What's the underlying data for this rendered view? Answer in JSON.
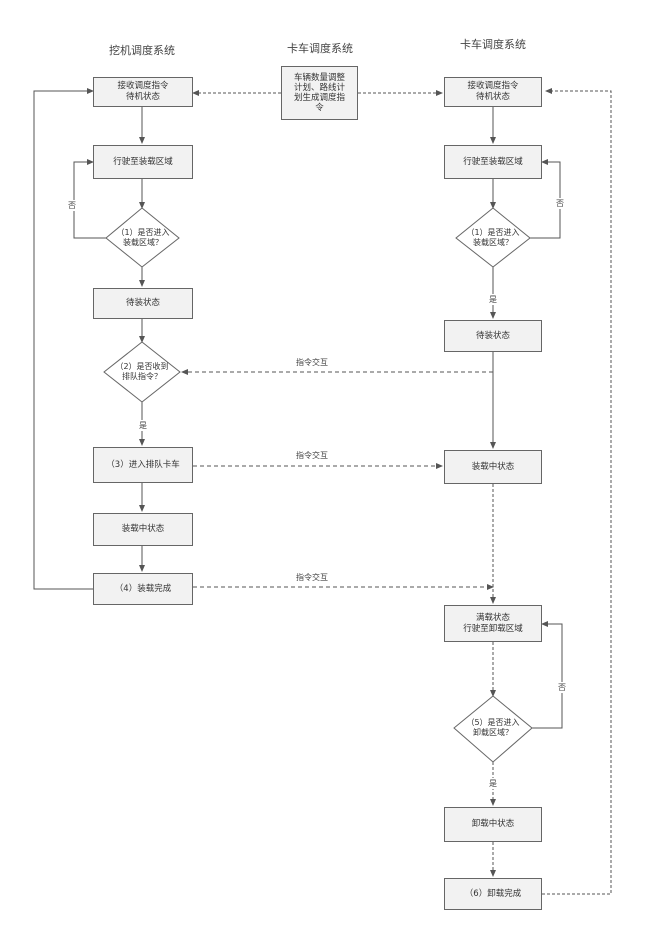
{
  "titles": {
    "excavator": "挖机调度系统",
    "central": "卡车调度系统",
    "truck": "卡车调度系统"
  },
  "excavator": {
    "n1": "接收调度指令\n待机状态",
    "n2": "行驶至装载区域",
    "d1": "（1）是否进入\n装载区域？",
    "n3": "待装状态",
    "d2": "（2）是否收到\n排队指令？",
    "n4": "（3）进入排队卡车",
    "n5": "装载中状态",
    "n6": "（4）装载完成"
  },
  "central": {
    "n0": "车辆数量调整\n计划、路线计\n划生成调度指\n令"
  },
  "truck": {
    "n1": "接收调度指令\n待机状态",
    "n2": "行驶至装载区域",
    "d1": "（1）是否进入\n装载区域？",
    "n3": "待装状态",
    "n4": "装载中状态",
    "n5": "满载状态\n行驶至卸载区域",
    "d2": "（5）是否进入\n卸载区域？",
    "n6": "卸载中状态",
    "n7": "（6）卸载完成"
  },
  "labels": {
    "no": "否",
    "yes": "是",
    "instruction_exchange": "指令交互"
  }
}
